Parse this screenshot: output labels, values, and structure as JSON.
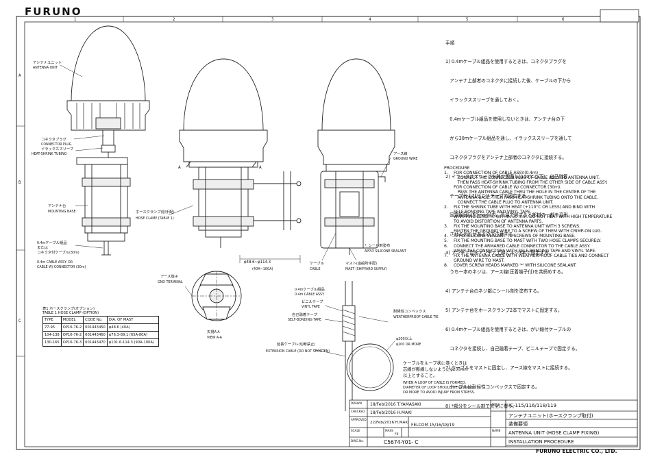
{
  "brand": "FURUNO",
  "grid_top": [
    "1",
    "2",
    "3",
    "4",
    "5",
    "6"
  ],
  "grid_side": [
    "A",
    "B",
    "C"
  ],
  "labels": {
    "antenna_unit_jp": "アンテナユニット",
    "antenna_unit": "ANTENNA UNIT",
    "connector_plug_jp": "コネクタプラグ",
    "connector_plug": "CONNECTOR PLUG",
    "shrink_jp": "イラックススリーブ",
    "shrink": "HEAT-SHRINK TUBING",
    "mounting_base_jp": "アンテナ台",
    "mounting_base": "MOUNTING BASE",
    "cable_jp1": "0.4mケーブル組品",
    "cable_jp2": "または",
    "cable_jp3": "コネクタ付ケーブル(30m)",
    "cable_en1": "0.4m CABLE ASSY. OR",
    "cable_en2": "CABLE W/ CONNECTOR (30m)",
    "hose_clamp_jp": "ホースクランプ(別手配)",
    "hose_clamp": "HOSE CLAMP (TABLE 1)",
    "a_mark": "A",
    "dia_range": "φ48.6~φ114.3",
    "dia_range_mm": "(40A~100A)",
    "ground_wire_jp": "アース線",
    "ground_wire": "GROUND WIRE",
    "sealant_jp": "*: シール剤塗布",
    "sealant": "APPLY SILICONE SEALANT",
    "cable_label_jp": "ケーブル",
    "cable_label": "CABLE",
    "mast_jp": "マスト(造船所手配)",
    "mast": "MAST (SHIPYARD SUPPLY)",
    "gnd_terminal_jp": "アース端子",
    "gnd_terminal": "GND TERMINAL",
    "view_jp": "矢視A-A",
    "view": "VIEW A-A",
    "cable_assy_jp": "0.4mケーブル組品",
    "cable_assy": "0.4m CABLE ASSY.",
    "vinyl_jp": "ビニルテープ",
    "vinyl": "VINYL TAPE",
    "selfbond_jp": "自己融着テープ",
    "selfbond": "SELF-BONDING TAPE",
    "cabletie_jp": "耐候性コンベックス",
    "cabletie": "WEATHERPROOF CABLE TIE",
    "dia200": "φ200以上",
    "dia200_en": "φ200 OR MORE",
    "ext_cable_jp": "延長ケーブル(切断禁止)",
    "ext_cable": "EXTENSION CABLE (DO NOT SHORTEN)",
    "loop_jp1": "ケーブルをループ状に巻くときは",
    "loop_jp2": "芯線が断線しないようにφ200mm",
    "loop_jp3": "以上とすること。",
    "loop_en1": "WHEN A LOOP OF CABLE IS FORMED,",
    "loop_en2": "DIAMETER OF LOOP SHOULD BE φ200mm",
    "loop_en3": "OR MORE TO AVOID INJURY FROM STRESS."
  },
  "table1": {
    "title_jp": "表1 ホースクランプ(オプション)",
    "title": "TABLE 1 HOSE CLAMP (OPTION)",
    "headers": [
      "TYPE",
      "MODEL",
      "CODE No.",
      "DIA. OF MAST"
    ],
    "rows": [
      [
        "77-95",
        "OP16-76-2",
        "001443450",
        "φ48.6 (40A)"
      ],
      [
        "104-138",
        "OP16-76-2",
        "001443460",
        "φ76.3-89.1 (65A-80A)"
      ],
      [
        "130-165",
        "OP16-76-3",
        "001443470",
        "φ101.6-114.3 (90A-100A)"
      ]
    ]
  },
  "jp_notes": {
    "heading": "手順",
    "lines": [
      "1) 0.4mケーブル組品を使用するときは、コネクタプラグを",
      "   アンテナ上部者のコネクタに接続した後、ケーブルの下から",
      "   イラックススリーブを通しておく。",
      "   0.4mケーブル組品を使用しないときは、アンテナ台の下",
      "   から30mケーブル組品を通し、イラックススリーブを通して",
      "   コネクタプラグをアンテナ上部者のコネクタに接続する。",
      "2) イラックススリーブを熱で固着し(110℃以下)、自己融着",
      "   テープおよびビニルテープで固定する。",
      "   固定範囲は50mm以内。高温で熱すると部材の一部を変形",
      "   させる恐れがあるので注意する。",
      "3) アンテナ台をアンテナ上部にネジ3本で固定する。",
      "   うち一本のネジは、アース線(圧着端子付)を共締めする。",
      "4) アンテナ台のネジ部にシール剤を塗布する。",
      "5) アンテナ台をホースクランプ2本でマストに固定する。",
      "6) 0.4mケーブル組品を使用するときは、がい線付ケーブルの",
      "   コネクタを接続し、自己融着テープ、ビニルテープで固定する。",
      "7) ケーブルをマストに固定し、アース線をマストに接続する。",
      "   ケーブルは耐候性コンベックスで固定する。",
      "8) *部分をシール剤で完全に覆う。"
    ]
  },
  "procedure": {
    "heading": "PROCEDURE",
    "items": [
      {
        "num": "1.",
        "lines": [
          "FOR CONNECTION OF CABLE ASSY.(0.4m)",
          "   CONNECT THE CONNECTOR PLUG OF CABLE ASSY. TO ANTENNA UNIT.",
          "   THEN PASS HEAT-SHRINK TUBING FROM THE OTHER SIDE OF CABLE ASSY.",
          "FOR CONNECTION OF CABLE W/ CONNECTOR (30m).",
          "   PASS THE ANTENNA CABLE THRU THE HOLE IN THE CENTER OF THE",
          "   ANTENNA BASE. THEN PASS HEAT-SHRINK TUBING ONTO THE CABLE.",
          "   CONNECT THE CABLE PLUG TO ANTENNA UNIT."
        ]
      },
      {
        "num": "2.",
        "lines": [
          "FIX THE SHRINK TUBE WITH HEAT (+110°C OR LESS) AND BIND WITH",
          "SELF-BONDING TAPE AND VINYL TAPE.",
          "WRAPPING LENGTH: WITHIN 50 mm. DO NOT HEAT WITH HIGH TEMPERATURE",
          "TO AVOID DISTORTION OF ANTENNA PARTS."
        ]
      },
      {
        "num": "3.",
        "lines": [
          "FIX THE MOUNTING BASE TO ANTENNA UNIT WITH 3 SCREWS.",
          "FASTEN THE GROUND WIRE TO A SCREW OF THEM WITH CRIMP-ON LUG."
        ]
      },
      {
        "num": "4.",
        "lines": [
          "APPLY SILICONE SEALANT TO SCREWS OF MOUNTING BASE."
        ]
      },
      {
        "num": "5.",
        "lines": [
          "FIX THE MOUNTING BASE TO MAST WITH TWO HOSE CLAMPS SECURELY."
        ]
      },
      {
        "num": "6.",
        "lines": [
          "CONNECT THE ARMARED CABLE CONNECTOR TO THE CABLE ASSY.",
          "WRAP THE CONNECTORS WITH SELF-BONDING TAPE AND VINYL TAPE."
        ]
      },
      {
        "num": "7.",
        "lines": [
          "FIX THE ANTENNA CABLE WITH WEATHERPROOF CABLE TIES AND CONNECT",
          "GROUND WIRE TO MAST."
        ]
      },
      {
        "num": "8.",
        "lines": [
          "COVER SCREW HEADS MARKED '*' WITH SILICONE SEALANT."
        ]
      }
    ]
  },
  "titleblock": {
    "drawn_label": "DRAWN",
    "drawn": "18/Feb/2016  T.YAMASAKI",
    "checked_label": "CHECKED",
    "checked": "18/Feb/2016  H.MAKI",
    "approved_label": "APPROVED",
    "approved": "22/Feb/2016  H.MAKI",
    "scale_label": "SCALE",
    "mass_label": "MASS",
    "kg": "kg",
    "dwg_label": "DWG.No.",
    "dwg_no": "C5674-Y01- C",
    "ref": "FELCOM 15/16/18/19",
    "title_label": "TITLE",
    "title1": "IC-115/116/118/119",
    "title2": "アンテナユニット(ホースクランプ取付)",
    "title3": "装備要領",
    "name_label": "NAME",
    "title4": "ANTENNA UNIT (HOSE CLAMP FIXING)",
    "title5": "INSTALLATION PROCEDURE",
    "company": "FURUNO ELECTRIC CO., LTD."
  }
}
